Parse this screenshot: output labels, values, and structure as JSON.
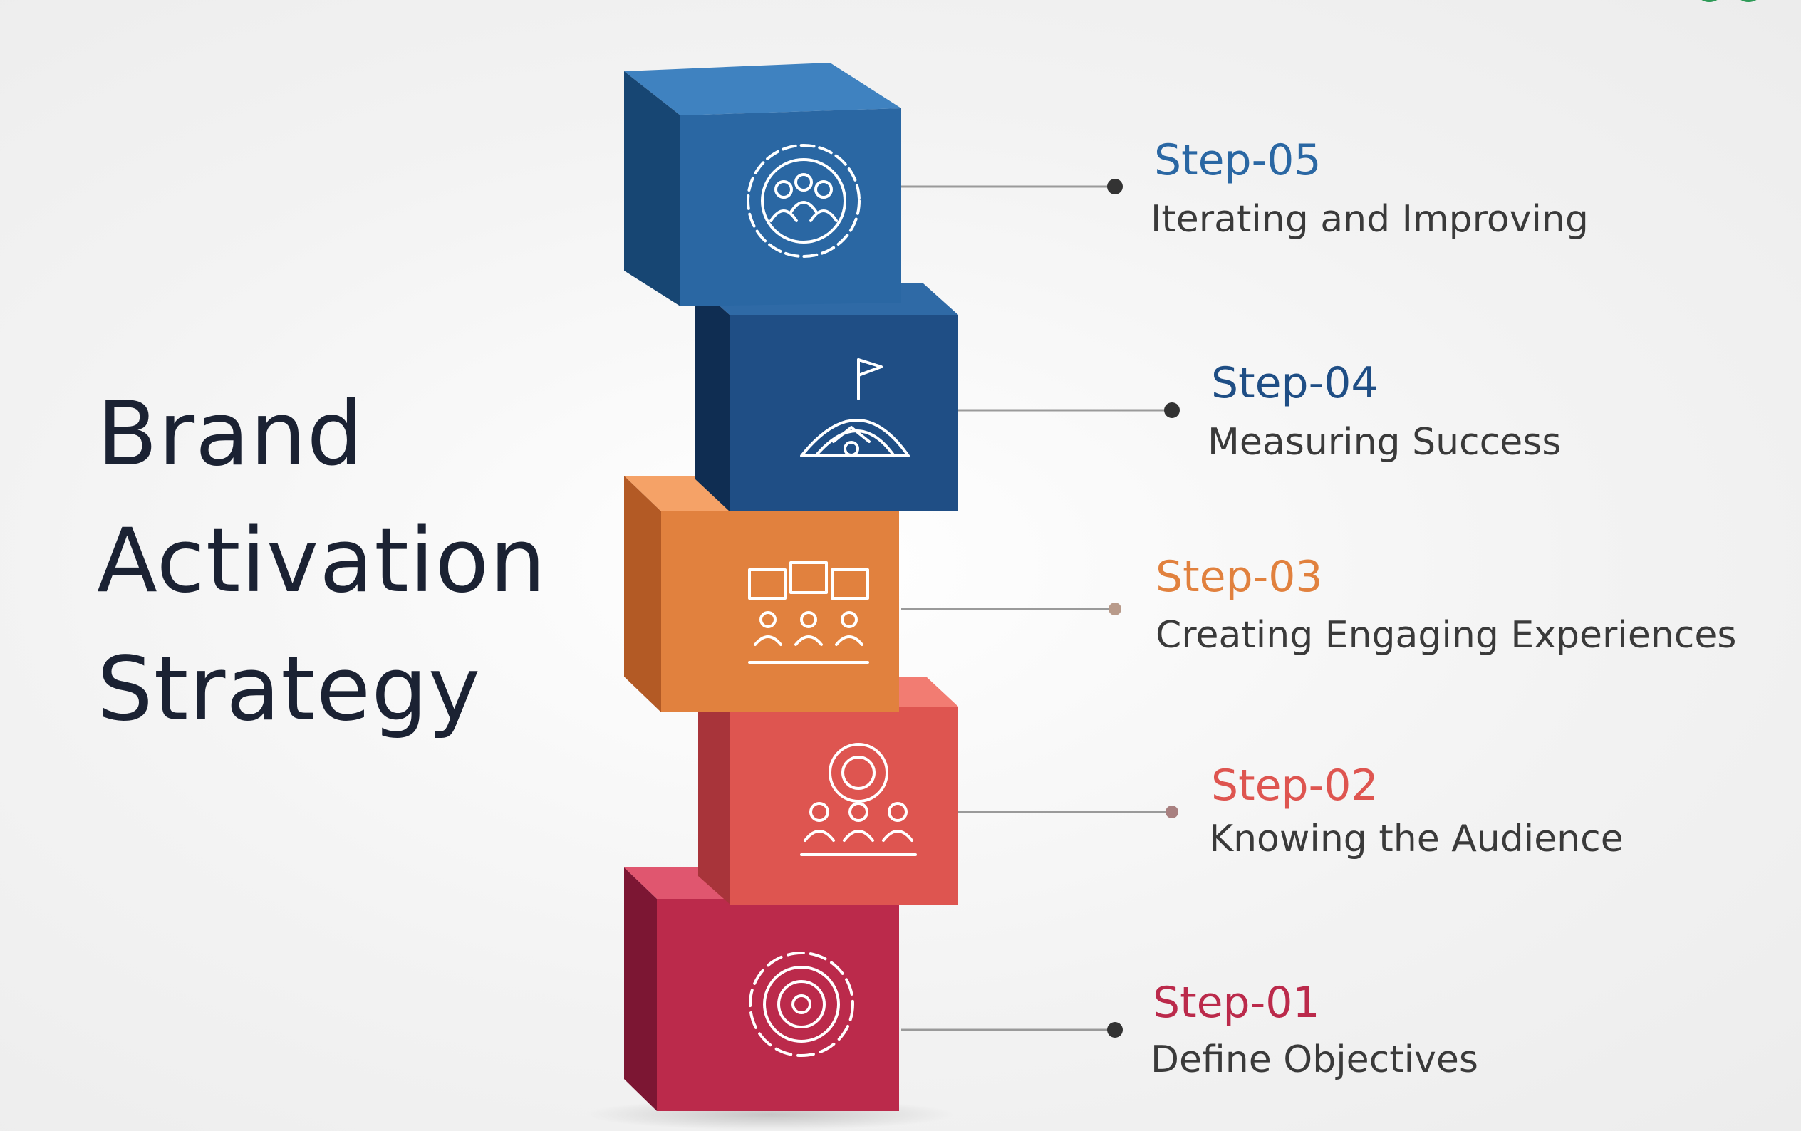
{
  "title": {
    "line1": "Brand",
    "line2": "Activation",
    "line3": "Strategy"
  },
  "steps": [
    {
      "label": "Step-05",
      "desc": "Iterating and Improving",
      "color": "#2a67a3",
      "icon": "team-gear-icon"
    },
    {
      "label": "Step-04",
      "desc": "Measuring Success",
      "color": "#1f4e85",
      "icon": "mountain-flag-icon"
    },
    {
      "label": "Step-03",
      "desc": "Creating Engaging Experiences",
      "color": "#e1813e",
      "icon": "presentation-people-icon"
    },
    {
      "label": "Step-02",
      "desc": "Knowing the Audience",
      "color": "#de5550",
      "icon": "audience-target-icon"
    },
    {
      "label": "Step-01",
      "desc": "Define Objectives",
      "color": "#bb2a4b",
      "icon": "target-icon"
    }
  ],
  "colors": {
    "title_text": "#1b2233",
    "desc_text": "#3a3a3a",
    "connector": "#9a9a9a",
    "dot": "#333333",
    "corner_mark": "#2e9a57"
  }
}
